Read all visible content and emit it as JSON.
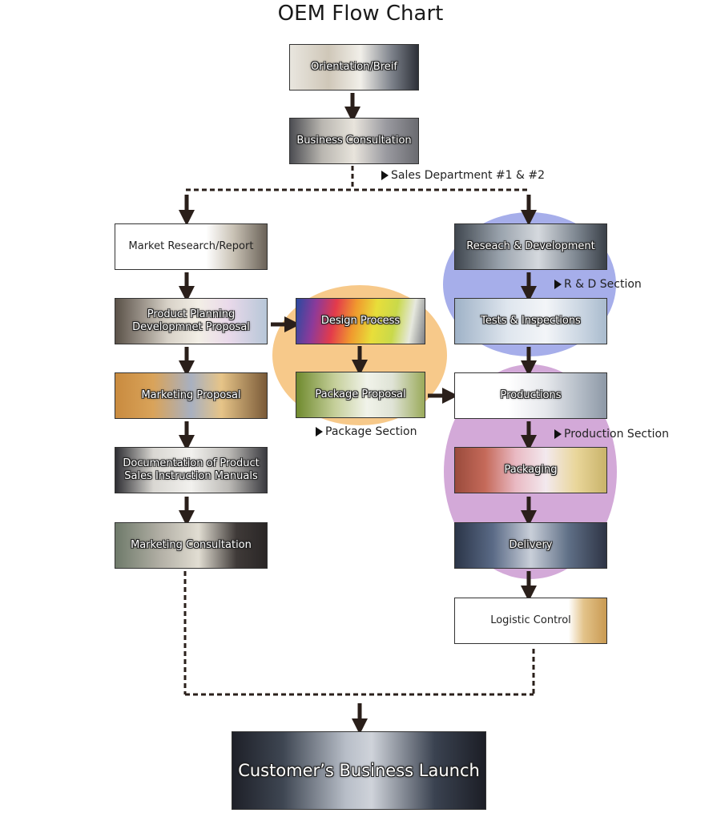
{
  "title": "OEM Flow Chart",
  "steps": {
    "orientation": "Orientation/Breif",
    "business_consultation": "Business Consultation",
    "market_research": "Market Research/Report",
    "product_planning_1": "Product Planning",
    "product_planning_2": "Developmnet Proposal",
    "marketing_proposal": "Marketing Proposal",
    "documentation_1": "Documentation of Product",
    "documentation_2": "Sales Instruction Manuals",
    "marketing_consultation": "Marketing Consultation",
    "design_process": "Design Process",
    "package_proposal": "Package Proposal",
    "research_development": "Reseach & Development",
    "tests_inspections": "Tests & Inspections",
    "productions": "Productions",
    "packaging": "Packaging",
    "delivery": "Delivery",
    "logistic_control": "Logistic Control",
    "customers_launch": "Customer’s Business Launch"
  },
  "sections": {
    "sales": "Sales Department #1 & #2",
    "rd": "R & D Section",
    "package": "Package Section",
    "production": "Production Section"
  },
  "colors": {
    "rd_circle": "#a6aeea",
    "package_circle": "#f7c98a",
    "production_circle": "#d3a9d8",
    "arrow": "#2a1f1a"
  }
}
